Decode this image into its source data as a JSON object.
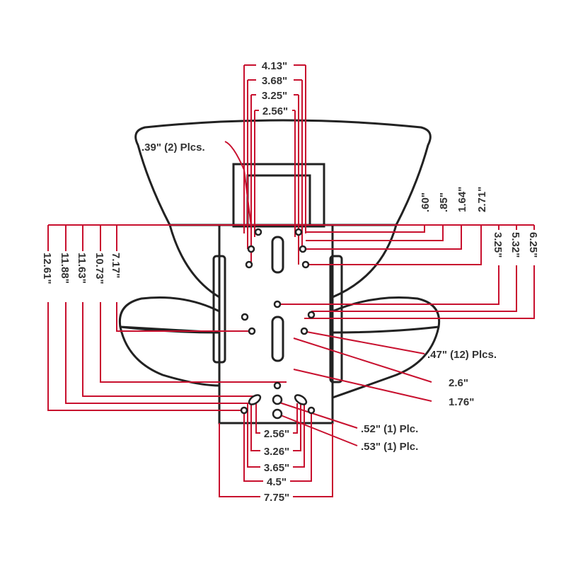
{
  "diagram": {
    "colors": {
      "dimension": "#c8102e",
      "outline": "#222222"
    },
    "top_dims": [
      "4.13\"",
      "3.68\"",
      "3.25\"",
      "2.56\""
    ],
    "right_upper_dims": [
      ".60\"",
      ".85\"",
      "1.64\"",
      "2.71\""
    ],
    "right_lower_dims": [
      "3.25\"",
      "5.32\"",
      "6.25\""
    ],
    "left_dims": [
      "12.61\"",
      "11.88\"",
      "11.63\"",
      "10.73\"",
      "7.17\""
    ],
    "bottom_dims": [
      "2.56\"",
      "3.26\"",
      "3.65\"",
      "4.5\"",
      "7.75\""
    ],
    "callouts": {
      "slot_width": ".39\" (2) Plcs.",
      "holes": ".47\" (12) Plcs.",
      "dim_2_6": "2.6\"",
      "dim_1_76": "1.76\"",
      "hole_52": ".52\" (1) Plc.",
      "hole_53": ".53\" (1) Plc."
    }
  }
}
